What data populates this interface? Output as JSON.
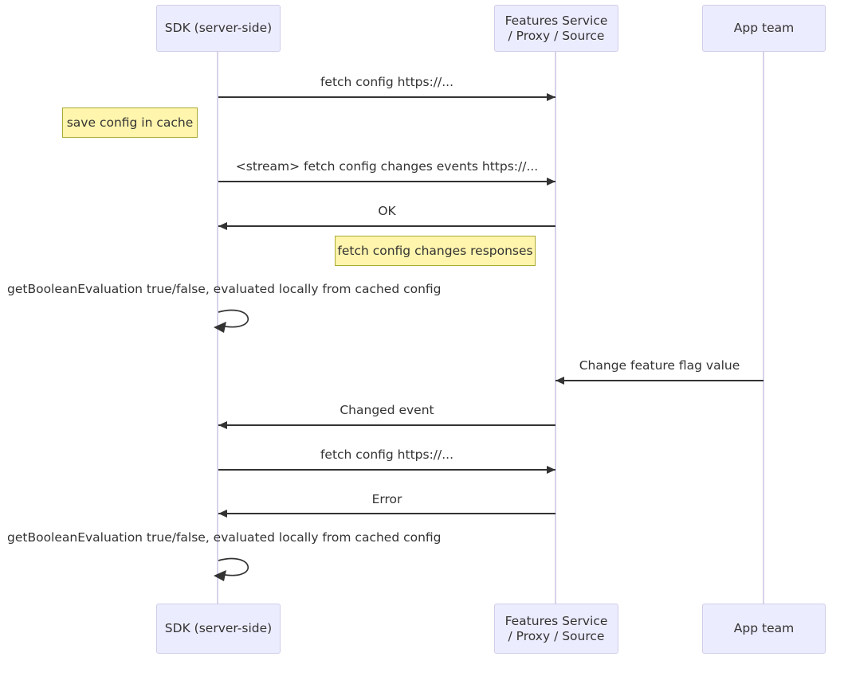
{
  "diagram": {
    "type": "sequence",
    "actors": [
      {
        "id": "sdk",
        "label": "SDK (server-side)"
      },
      {
        "id": "features-service",
        "label": "Features Service\n/ Proxy / Source"
      },
      {
        "id": "app-team",
        "label": "App team"
      }
    ],
    "messages": [
      {
        "from": "sdk",
        "to": "features-service",
        "label": "fetch config https://..."
      },
      {
        "from": "sdk",
        "to": "features-service",
        "label": "<stream> fetch config changes events https://..."
      },
      {
        "from": "features-service",
        "to": "sdk",
        "label": "OK"
      },
      {
        "from": "app-team",
        "to": "features-service",
        "label": "Change feature flag value"
      },
      {
        "from": "features-service",
        "to": "sdk",
        "label": "Changed event"
      },
      {
        "from": "sdk",
        "to": "features-service",
        "label": "fetch config https://..."
      },
      {
        "from": "features-service",
        "to": "sdk",
        "label": "Error"
      }
    ],
    "self_messages": [
      {
        "actor": "sdk",
        "label": "getBooleanEvaluation true/false, evaluated locally from cached config"
      },
      {
        "actor": "sdk",
        "label": "getBooleanEvaluation true/false, evaluated locally from cached config"
      }
    ],
    "notes": [
      {
        "position": "left of sdk",
        "label": "save config in cache"
      },
      {
        "position": "left of features-service",
        "label": "fetch config changes responses"
      }
    ],
    "colors": {
      "actor_fill": "#ECECFF",
      "actor_border": "#CFCDE8",
      "lifeline": "#D8D2EA",
      "note_fill": "#FFF5AD",
      "note_border": "#AAAA33",
      "message_line": "#333333",
      "text": "#333333"
    }
  }
}
